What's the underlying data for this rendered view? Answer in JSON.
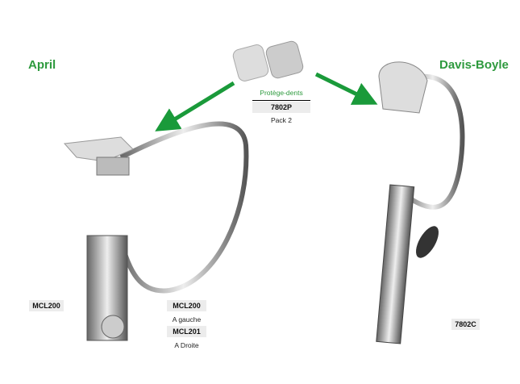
{
  "products": {
    "left": {
      "title": "April",
      "code": "MCL200"
    },
    "right": {
      "title": "Davis-Boyle",
      "code": "7802C"
    },
    "mouthguard": {
      "label": "Protège-dents",
      "code": "7802P",
      "pack": "Pack 2"
    },
    "variants": [
      {
        "code": "MCL200",
        "side": "A gauche"
      },
      {
        "code": "MCL201",
        "side": "A Droite"
      }
    ]
  },
  "colors": {
    "accent": "#2e9a3e",
    "arrow": "#1a9a3a"
  }
}
